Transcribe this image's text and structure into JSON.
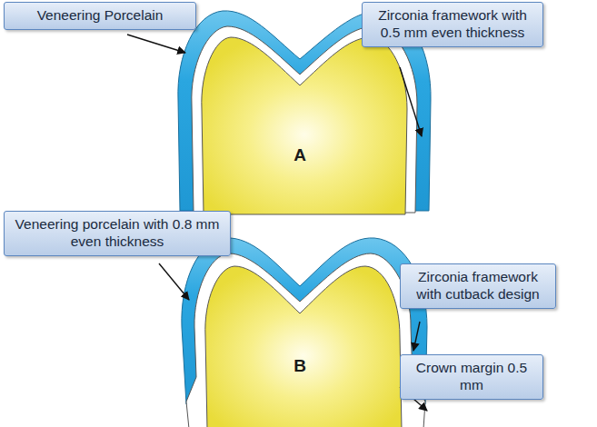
{
  "diagram": {
    "nodes": [
      {
        "text": [
          "Veneering Porcelain"
        ]
      },
      {
        "text": [
          "Zirconia framework with 0.5 mm even thickness"
        ]
      },
      {
        "text": [
          "Veneering porcelain with 0.8 mm even thickness"
        ]
      },
      {
        "text": [
          "Zirconia framework with cutback design"
        ]
      },
      {
        "text": [
          "Crown margin 0.5 mm"
        ]
      }
    ],
    "labels": [
      "A",
      "B"
    ]
  }
}
